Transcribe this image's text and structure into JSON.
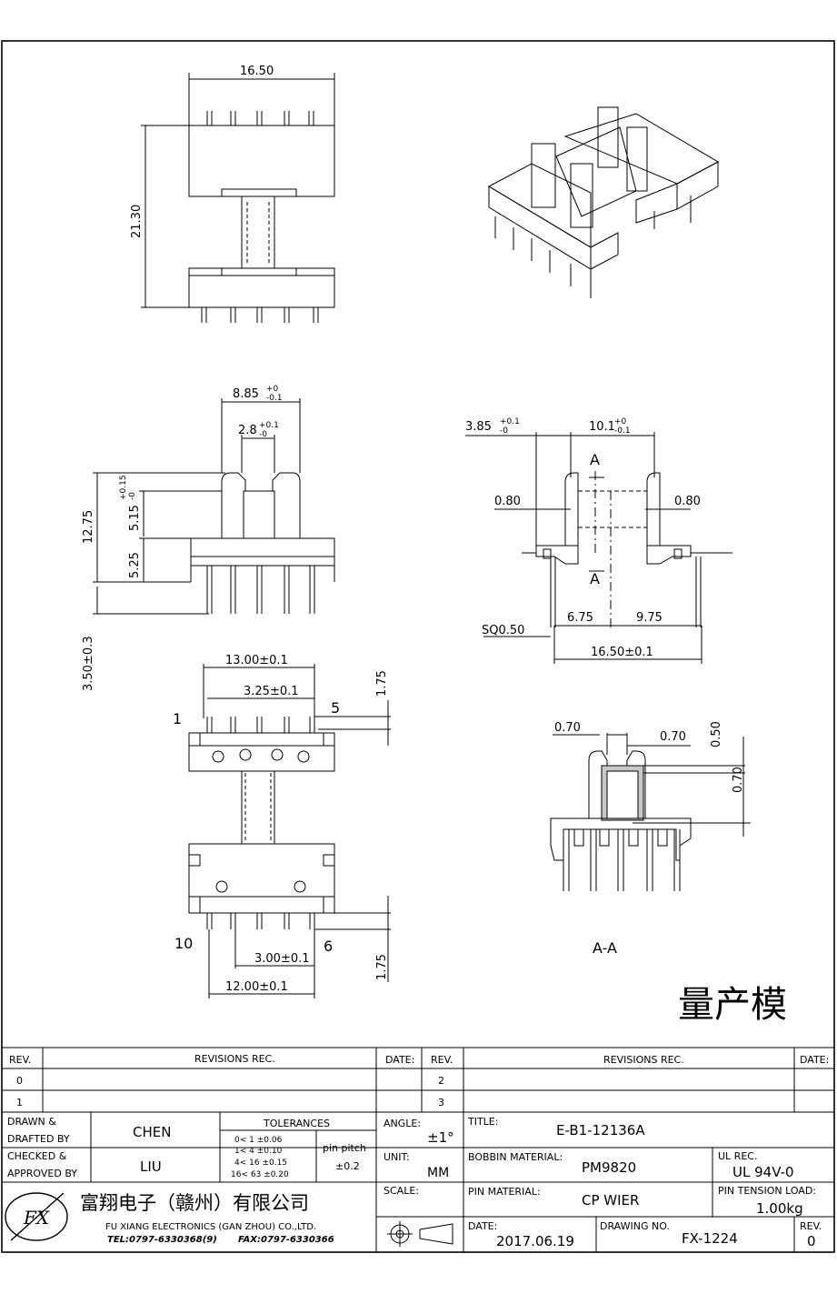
{
  "dims": {
    "top_width": "16.50",
    "top_height": "21.30",
    "front_width_main": "8.85",
    "front_width_tol_up": "+0",
    "front_width_tol_lo": "-0.1",
    "slot_width": "2.8",
    "slot_tol_up": "+0.1",
    "slot_tol_lo": "-0",
    "height_total": "12.75",
    "wall_h": "5.15",
    "wall_tol_up": "+0.15",
    "wall_tol_lo": "-0",
    "base_h": "5.25",
    "pin_len": "3.50±0.3",
    "side_flange": "3.85",
    "side_flange_tol_up": "+0.1",
    "side_flange_tol_lo": "-0",
    "core_w": "10.1",
    "core_tol_up": "+0",
    "core_tol_lo": "-0.1",
    "left_gap": "0.80",
    "right_gap": "0.80",
    "sq": "SQ0.50",
    "pin_off_left": "6.75",
    "pin_off_right": "9.75",
    "side_total": "16.50±0.1",
    "row_span": "13.00±0.1",
    "pitch_a": "3.25±0.1",
    "edge_top": "1.75",
    "pitch_b": "3.00±0.1",
    "row_span_b": "12.00±0.1",
    "edge_bot": "1.75",
    "aa_left": "0.70",
    "aa_right": "0.70",
    "aa_v1": "0.50",
    "aa_v2": "0.70"
  },
  "pins": {
    "p1": "1",
    "p5": "5",
    "p10": "10",
    "p6": "6"
  },
  "section": {
    "mark": "A",
    "label": "A-A"
  },
  "stamp": "量产模",
  "revisions": {
    "rev_h": "REV.",
    "rec_h": "REVISIONS   REC.",
    "date_h": "DATE:",
    "rows_left": [
      "0",
      "1"
    ],
    "rows_right": [
      "2",
      "3"
    ]
  },
  "titleblock": {
    "drawn_label": "DRAWN &",
    "drafted_label": "DRAFTED BY",
    "drawn_by": "CHEN",
    "checked_label": "CHECKED &",
    "approved_label": "APPROVED BY",
    "approved_by": "LIU",
    "tolerances_label": "TOLERANCES",
    "tol_rows": [
      "0<   1    ±0.06",
      "1<   4    ±0.10",
      "4<   16  ±0.15",
      "16<  63  ±0.20"
    ],
    "pin_pitch_label": "pin pitch",
    "pin_pitch_value": "±0.2",
    "angle_label": "ANGLE:",
    "angle_value": "±1°",
    "unit_label": "UNIT:",
    "unit_value": "MM",
    "scale_label": "SCALE:",
    "title_label": "TITLE:",
    "title_value": "E-B1-12136A",
    "bobbin_label": "BOBBIN MATERIAL:",
    "bobbin_value": "PM9820",
    "ul_label": "UL REC.",
    "ul_value": "UL 94V-0",
    "pin_mat_label": "PIN MATERIAL:",
    "pin_mat_value": "CP WIER",
    "tension_label": "PIN TENSION LOAD:",
    "tension_value": "1.00kg",
    "date_label": "DATE:",
    "date_value": "2017.06.19",
    "drawing_no_label": "DRAWING NO.",
    "drawing_no_value": "FX-1224",
    "rev_label": "REV.",
    "rev_value": "0",
    "company_cn": "富翔电子（赣州）有限公司",
    "company_en": "FU XIANG ELECTRONICS (GAN ZHOU) CO.,LTD.",
    "tel": "TEL:0797-6330368(9)",
    "fax": "FAX:0797-6330366",
    "logo_text": "FX"
  }
}
